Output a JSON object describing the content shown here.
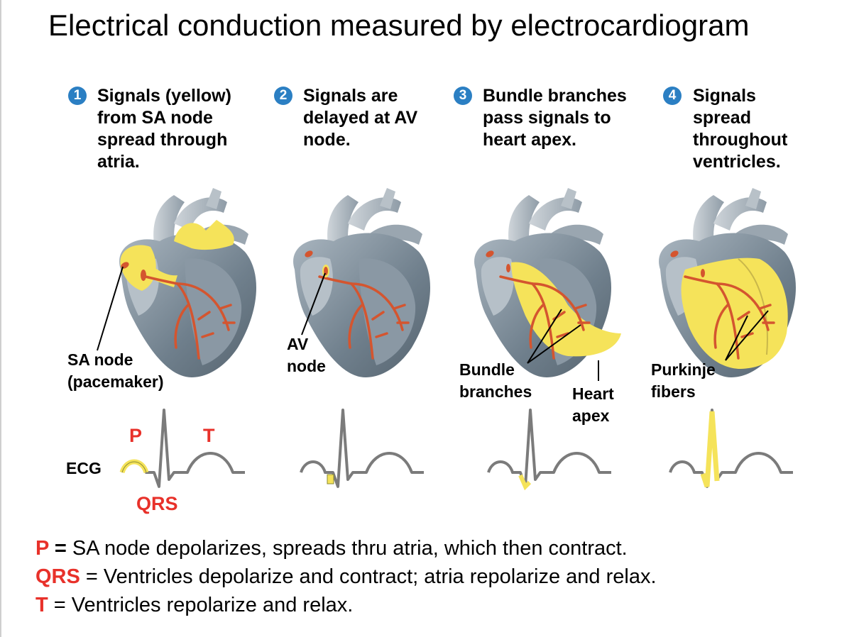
{
  "title": "Electrical conduction measured by electrocardiogram",
  "steps": [
    {
      "number": "1",
      "lines": [
        "Signals (yellow)",
        "from SA node",
        "spread through",
        "atria."
      ]
    },
    {
      "number": "2",
      "lines": [
        "Signals are",
        "delayed at AV",
        "node."
      ]
    },
    {
      "number": "3",
      "lines": [
        "Bundle branches",
        "pass signals to",
        "heart apex."
      ]
    },
    {
      "number": "4",
      "lines": [
        "Signals",
        "spread",
        "throughout",
        "ventricles."
      ]
    }
  ],
  "labels": {
    "sa_node": [
      "SA node",
      "(pacemaker)"
    ],
    "av_node": [
      "AV",
      "node"
    ],
    "bundle_branches": [
      "Bundle",
      "branches"
    ],
    "heart_apex": [
      "Heart",
      "apex"
    ],
    "purkinje": [
      "Purkinje",
      "fibers"
    ]
  },
  "ecg": {
    "label": "ECG",
    "p": "P",
    "qrs": "QRS",
    "t": "T"
  },
  "legend": [
    {
      "key": "P",
      "sep": " = ",
      "text": "SA node depolarizes, spreads thru atria, which then contract."
    },
    {
      "key": "QRS",
      "sep": " = ",
      "text": "Ventricles depolarize and contract; atria repolarize and relax."
    },
    {
      "key": "T",
      "sep": " = ",
      "text": "Ventricles repolarize and relax."
    }
  ],
  "colors": {
    "signal": "#f5e35a",
    "ecg_line": "#7b7b7b",
    "label_red": "#e8312a",
    "step_badge": "#2b7fc3",
    "heart": "#7e8f9d",
    "vessel": "#c5ccd2",
    "nerve": "#d4552f"
  }
}
